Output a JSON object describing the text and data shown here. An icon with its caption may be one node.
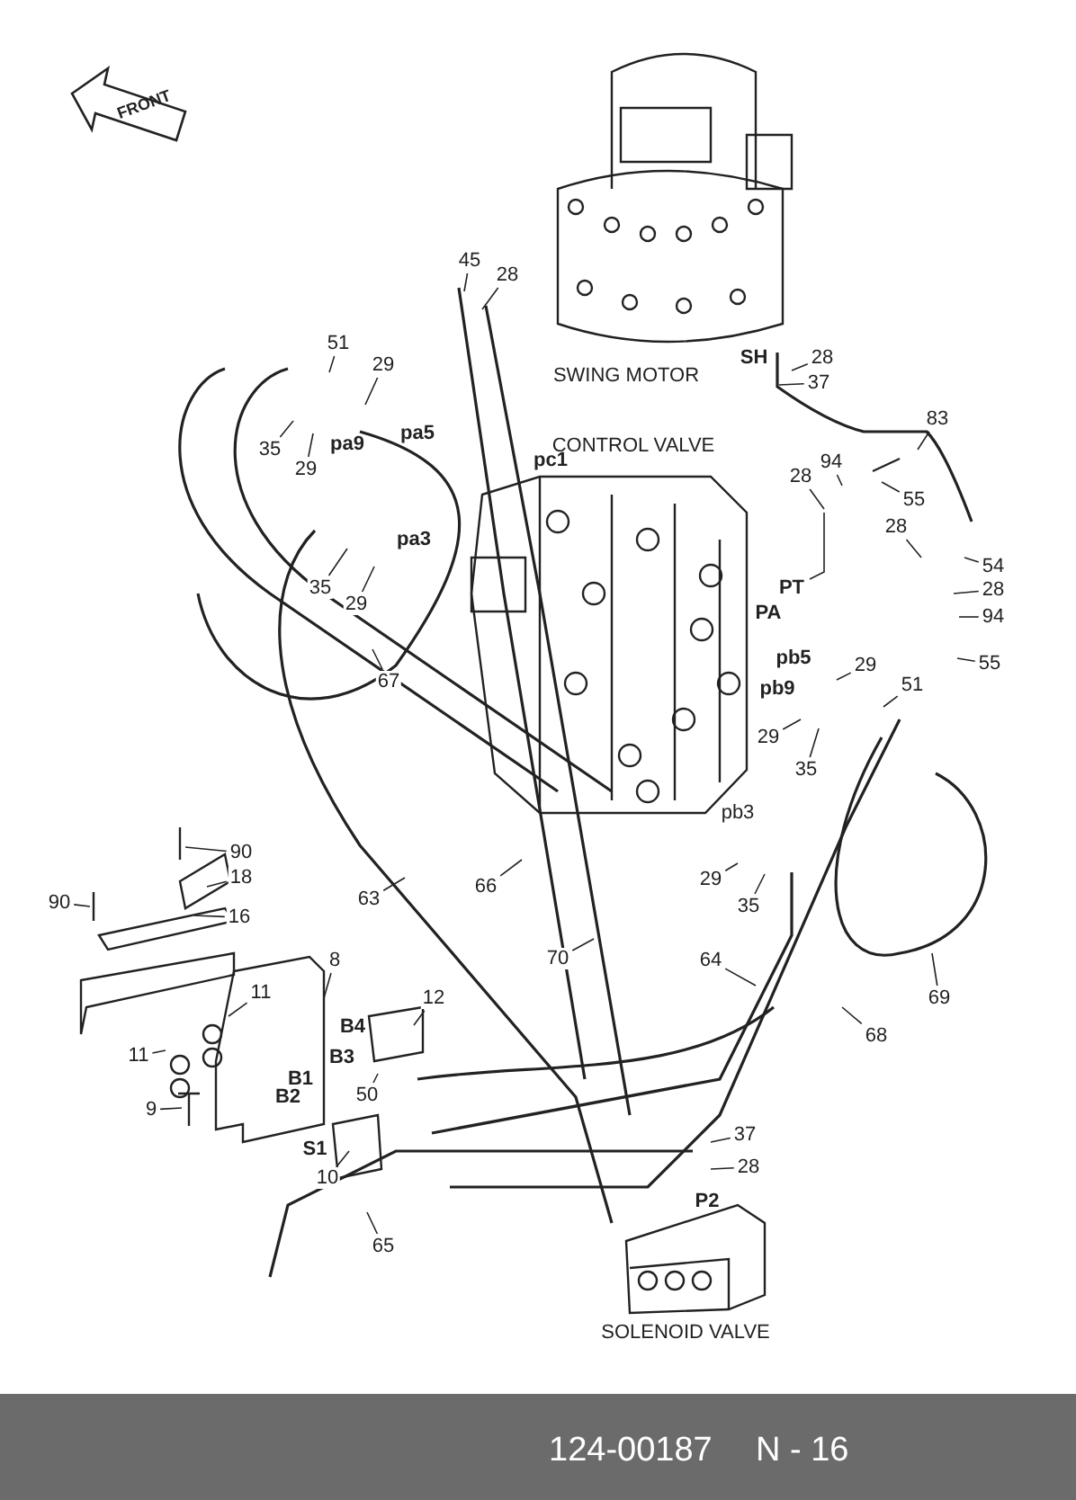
{
  "diagram": {
    "nodes": [
      {
        "text": [
          "45"
        ]
      },
      {
        "text": [
          "28"
        ]
      },
      {
        "text": [
          "51"
        ]
      },
      {
        "text": [
          "29"
        ]
      },
      {
        "text": [
          "35"
        ]
      },
      {
        "text": [
          "29"
        ]
      },
      {
        "text": [
          "28"
        ]
      },
      {
        "text": [
          "37"
        ]
      },
      {
        "text": [
          "83"
        ]
      },
      {
        "text": [
          "94"
        ]
      },
      {
        "text": [
          "28"
        ]
      },
      {
        "text": [
          "55"
        ]
      },
      {
        "text": [
          "28"
        ]
      },
      {
        "text": [
          "54"
        ]
      },
      {
        "text": [
          "28"
        ]
      },
      {
        "text": [
          "94"
        ]
      },
      {
        "text": [
          "35"
        ]
      },
      {
        "text": [
          "29"
        ]
      },
      {
        "text": [
          "67"
        ]
      },
      {
        "text": [
          "55"
        ]
      },
      {
        "text": [
          "29"
        ]
      },
      {
        "text": [
          "51"
        ]
      },
      {
        "text": [
          "29"
        ]
      },
      {
        "text": [
          "35"
        ]
      },
      {
        "text": [
          "90"
        ]
      },
      {
        "text": [
          "18"
        ]
      },
      {
        "text": [
          "29"
        ]
      },
      {
        "text": [
          "63"
        ]
      },
      {
        "text": [
          "66"
        ]
      },
      {
        "text": [
          "16"
        ]
      },
      {
        "text": [
          "90"
        ]
      },
      {
        "text": [
          "35"
        ]
      },
      {
        "text": [
          "8"
        ]
      },
      {
        "text": [
          "70"
        ]
      },
      {
        "text": [
          "64"
        ]
      },
      {
        "text": [
          "11"
        ]
      },
      {
        "text": [
          "12"
        ]
      },
      {
        "text": [
          "69"
        ]
      },
      {
        "text": [
          "11"
        ]
      },
      {
        "text": [
          "68"
        ]
      },
      {
        "text": [
          "50"
        ]
      },
      {
        "text": [
          "9"
        ]
      },
      {
        "text": [
          "37"
        ]
      },
      {
        "text": [
          "28"
        ]
      },
      {
        "text": [
          "10"
        ]
      },
      {
        "text": [
          "65"
        ]
      }
    ],
    "edges": [
      {
        "from": 0,
        "to": null,
        "arrow": "none"
      },
      {
        "from": 1,
        "to": null,
        "arrow": "none"
      },
      {
        "from": 2,
        "to": null,
        "arrow": "none"
      },
      {
        "from": 3,
        "to": null,
        "arrow": "none"
      },
      {
        "from": 4,
        "to": null,
        "arrow": "none"
      },
      {
        "from": 5,
        "to": null,
        "arrow": "none"
      },
      {
        "from": 6,
        "to": null,
        "arrow": "none"
      },
      {
        "from": 7,
        "to": null,
        "arrow": "none"
      },
      {
        "from": 8,
        "to": null,
        "arrow": "none"
      },
      {
        "from": 9,
        "to": null,
        "arrow": "none"
      },
      {
        "from": 10,
        "to": null,
        "arrow": "none"
      },
      {
        "from": 11,
        "to": null,
        "arrow": "none"
      },
      {
        "from": 12,
        "to": null,
        "arrow": "none"
      },
      {
        "from": 13,
        "to": null,
        "arrow": "none"
      },
      {
        "from": 14,
        "to": null,
        "arrow": "none"
      },
      {
        "from": 15,
        "to": null,
        "arrow": "none"
      },
      {
        "from": 16,
        "to": null,
        "arrow": "none"
      },
      {
        "from": 17,
        "to": null,
        "arrow": "none"
      },
      {
        "from": 18,
        "to": null,
        "arrow": "none"
      },
      {
        "from": 19,
        "to": null,
        "arrow": "none"
      },
      {
        "from": 20,
        "to": null,
        "arrow": "none"
      },
      {
        "from": 21,
        "to": null,
        "arrow": "none"
      },
      {
        "from": 22,
        "to": null,
        "arrow": "none"
      },
      {
        "from": 23,
        "to": null,
        "arrow": "none"
      },
      {
        "from": 24,
        "to": null,
        "arrow": "none"
      },
      {
        "from": 25,
        "to": null,
        "arrow": "none"
      },
      {
        "from": 26,
        "to": null,
        "arrow": "none"
      },
      {
        "from": 27,
        "to": null,
        "arrow": "none"
      },
      {
        "from": 28,
        "to": null,
        "arrow": "none"
      },
      {
        "from": 29,
        "to": null,
        "arrow": "none"
      },
      {
        "from": 30,
        "to": null,
        "arrow": "none"
      },
      {
        "from": 31,
        "to": null,
        "arrow": "none"
      },
      {
        "from": 32,
        "to": null,
        "arrow": "none"
      },
      {
        "from": 33,
        "to": null,
        "arrow": "none"
      },
      {
        "from": 34,
        "to": null,
        "arrow": "none"
      },
      {
        "from": 35,
        "to": null,
        "arrow": "none"
      },
      {
        "from": 36,
        "to": null,
        "arrow": "none"
      },
      {
        "from": 37,
        "to": null,
        "arrow": "none"
      },
      {
        "from": 38,
        "to": null,
        "arrow": "none"
      },
      {
        "from": 39,
        "to": null,
        "arrow": "none"
      },
      {
        "from": 40,
        "to": null,
        "arrow": "none"
      },
      {
        "from": 41,
        "to": null,
        "arrow": "none"
      },
      {
        "from": 42,
        "to": null,
        "arrow": "none"
      },
      {
        "from": 43,
        "to": null,
        "arrow": "none"
      },
      {
        "from": 44,
        "to": null,
        "arrow": "none"
      },
      {
        "from": 45,
        "to": null,
        "arrow": "none"
      }
    ],
    "labels": [
      "FRONT",
      "SH",
      "SWING MOTOR",
      "pa5",
      "pa9",
      "CONTROL VALVE",
      "pc1",
      "pa3",
      "PT",
      "PA",
      "pb5",
      "pb9",
      "pb3",
      "B4",
      "B3",
      "B1",
      "B2",
      "S1",
      "P2",
      "SOLENOID VALVE",
      "124-00187",
      "N - 16"
    ]
  }
}
